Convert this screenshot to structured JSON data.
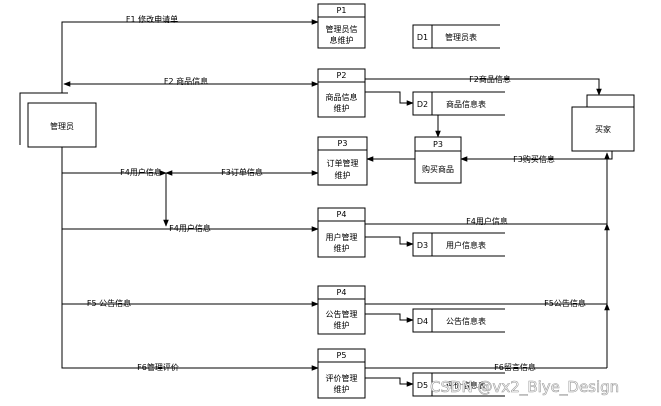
{
  "entities": {
    "admin": "管理员",
    "buyer": "买家"
  },
  "processes": {
    "p1": {
      "id": "P1",
      "name": [
        "管理员信",
        "息维护"
      ]
    },
    "p2": {
      "id": "P2",
      "name": [
        "商品信息",
        "维护"
      ]
    },
    "p3a": {
      "id": "P3",
      "name": [
        "订单管理",
        "维护"
      ]
    },
    "p3b": {
      "id": "P3",
      "name": [
        "购买商品"
      ]
    },
    "p4a": {
      "id": "P4",
      "name": [
        "用户管理",
        "维护"
      ]
    },
    "p4b": {
      "id": "P4",
      "name": [
        "公告管理",
        "维护"
      ]
    },
    "p5": {
      "id": "P5",
      "name": [
        "评价管理",
        "维护"
      ]
    }
  },
  "stores": {
    "d1": {
      "id": "D1",
      "name": "管理员表"
    },
    "d2": {
      "id": "D2",
      "name": "商品信息表"
    },
    "d3": {
      "id": "D3",
      "name": "用户信息表"
    },
    "d4": {
      "id": "D4",
      "name": "公告信息表"
    },
    "d5": {
      "id": "D5",
      "name": "评价信息表"
    }
  },
  "flows": {
    "f1": "F1 修改申请单",
    "f2_left": "F2 商品信息",
    "f2_right": "F2商品信息",
    "f3_buy": "F3购买信息",
    "f3_order": "F3订单信息",
    "f4_upper": "F4用户信息",
    "f4_lower": "F4用户信息",
    "f4_right": "F4用户信息",
    "f5_left": "F5 公告信息",
    "f5_right": "F5公告信息",
    "f6_left": "F6管理评价",
    "f6_right": "F6留言信息"
  },
  "watermark": "CSDN @vx2_Biye_Design"
}
